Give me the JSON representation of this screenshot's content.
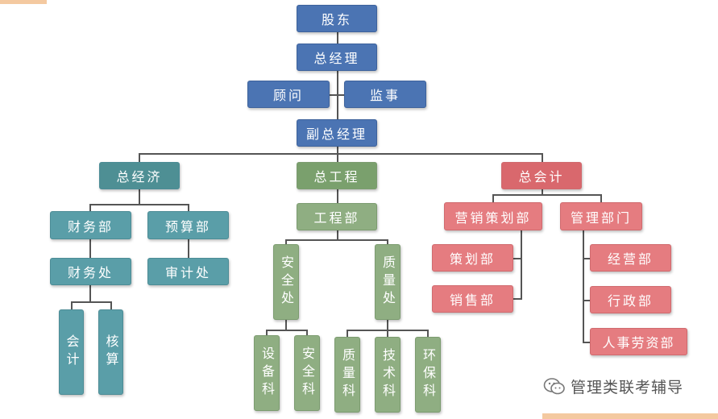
{
  "top": {
    "shareholders": "股东",
    "general_manager": "总经理",
    "advisor": "顾问",
    "supervisor": "监事",
    "deputy_gm": "副总经理"
  },
  "economics": {
    "head": "总经济",
    "finance_dept": "财务部",
    "budget_dept": "预算部",
    "finance_office": "财务处",
    "audit_office": "审计处",
    "accounting": "会计",
    "costing": "核算"
  },
  "engineering": {
    "head": "总工程",
    "eng_dept": "工程部",
    "safety_office": "安全处",
    "quality_office": "质量处",
    "equipment_section": "设备科",
    "safety_section": "安全科",
    "quality_section": "质量科",
    "tech_section": "技术科",
    "env_section": "环保科"
  },
  "accounting_chief": {
    "head": "总会计",
    "marketing_dept": "营销策划部",
    "management_dept": "管理部门",
    "planning": "策划部",
    "sales": "销售部",
    "operations": "经营部",
    "admin": "行政部",
    "hr": "人事劳资部"
  },
  "watermark": {
    "text": "管理类联考辅导",
    "icon": "wechat-icon"
  },
  "colors": {
    "blue": "#4b74b3",
    "teal": "#5a9ea8",
    "green": "#8fae82",
    "red": "#e57c80",
    "accent_bar": "#f4c9a0"
  }
}
